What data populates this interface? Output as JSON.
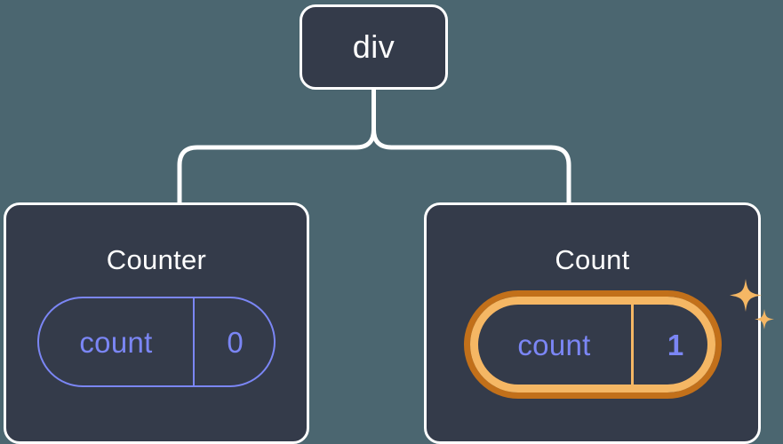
{
  "diagram": {
    "type": "component-tree",
    "background_color": "#4b6670",
    "node_fill": "#343b4a",
    "node_border": "#ffffff",
    "prop_color": "#7b86f5",
    "highlight_inner": "#f5b764",
    "highlight_outer": "#c2701a",
    "connector_color": "#ffffff"
  },
  "root": {
    "title": "div"
  },
  "children": [
    {
      "title": "Counter",
      "prop": {
        "name": "count",
        "value": "0"
      },
      "highlighted": false
    },
    {
      "title": "Count",
      "prop": {
        "name": "count",
        "value": "1"
      },
      "highlighted": true,
      "sparkle_large": "sparkle-large-icon",
      "sparkle_small": "sparkle-small-icon"
    }
  ]
}
